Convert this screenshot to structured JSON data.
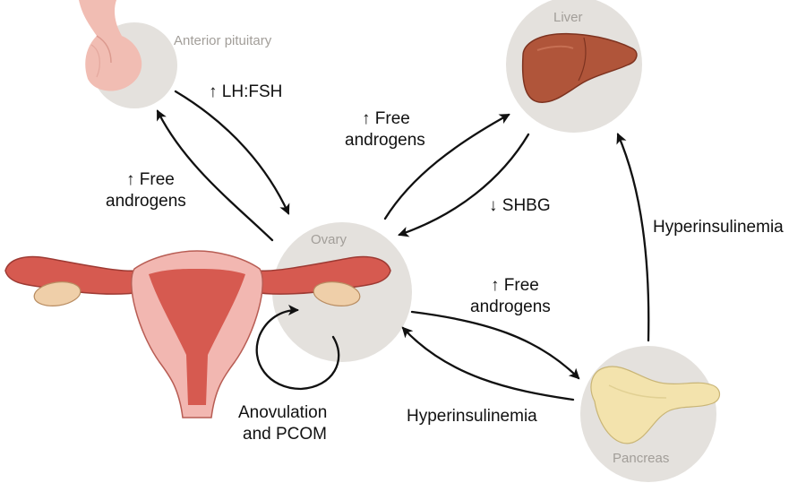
{
  "organs": {
    "pituitary": {
      "label": "Anterior pituitary",
      "icon": "pituitary-icon"
    },
    "liver": {
      "label": "Liver",
      "icon": "liver-icon"
    },
    "ovary": {
      "label": "Ovary",
      "icon": "ovary-icon"
    },
    "pancreas": {
      "label": "Pancreas",
      "icon": "pancreas-icon"
    },
    "uterus": {
      "icon": "uterus-icon"
    }
  },
  "labels": {
    "lh_fsh": "↑ LH:FSH",
    "free_androgens_to_pituitary_1": "↑ Free",
    "free_androgens_to_pituitary_2": "androgens",
    "free_androgens_to_liver_1": "↑ Free",
    "free_androgens_to_liver_2": "androgens",
    "shbg": "↓ SHBG",
    "hyperinsulinemia_liver": "Hyperinsulinemia",
    "free_androgens_to_pancreas_1": "↑ Free",
    "free_androgens_to_pancreas_2": "androgens",
    "hyperinsulinemia_ovary": "Hyperinsulinemia",
    "anovulation_1": "Anovulation",
    "anovulation_2": "and PCOM"
  },
  "colors": {
    "circle": "#e4e1dd",
    "organ_label": "#a29e99",
    "arrow": "#111111",
    "uterus_outer": "#f2b7b1",
    "uterus_inner": "#d65a50",
    "liver": "#b0553a",
    "pancreas": "#f3e3ad",
    "pituitary": "#f1bdb3"
  }
}
